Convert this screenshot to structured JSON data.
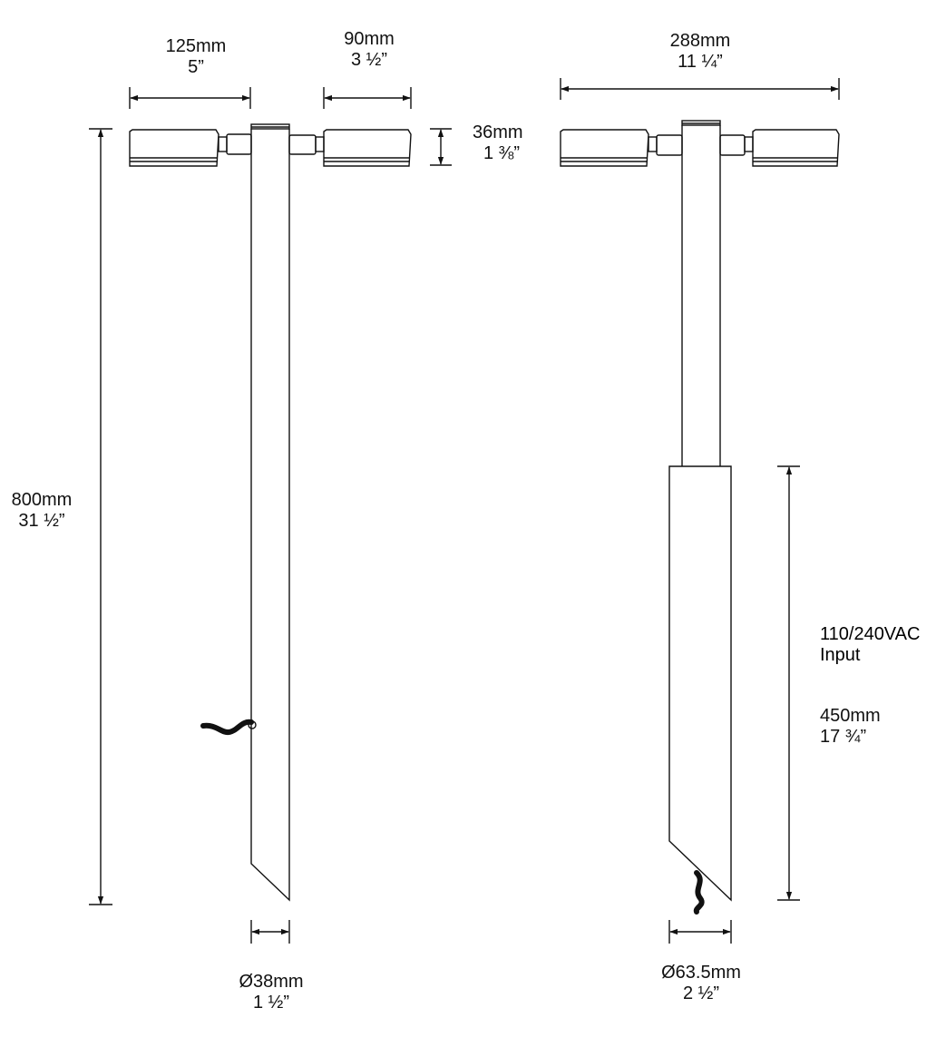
{
  "colors": {
    "line": "#111111",
    "cable": "#111111",
    "background": "#ffffff"
  },
  "dimensions": {
    "head_length": {
      "metric": "125mm",
      "imperial": "5”"
    },
    "arm_length": {
      "metric": "90mm",
      "imperial": "3 ½”"
    },
    "head_height": {
      "metric": "36mm",
      "imperial": "1 ⅜”"
    },
    "overall_width": {
      "metric": "288mm",
      "imperial": "11 ¼”"
    },
    "overall_height": {
      "metric": "800mm",
      "imperial": "31 ½”"
    },
    "stem_diameter": {
      "metric": "Ø38mm",
      "imperial": "1 ½”"
    },
    "spike_diameter": {
      "metric": "Ø63.5mm",
      "imperial": "2 ½”"
    },
    "spike_length": {
      "metric": "450mm",
      "imperial": "17 ¾”"
    }
  },
  "input_note": {
    "line1": "110/240VAC",
    "line2": "Input"
  },
  "icons": [
    "dimension-arrow",
    "spotlight-head",
    "power-cable"
  ]
}
